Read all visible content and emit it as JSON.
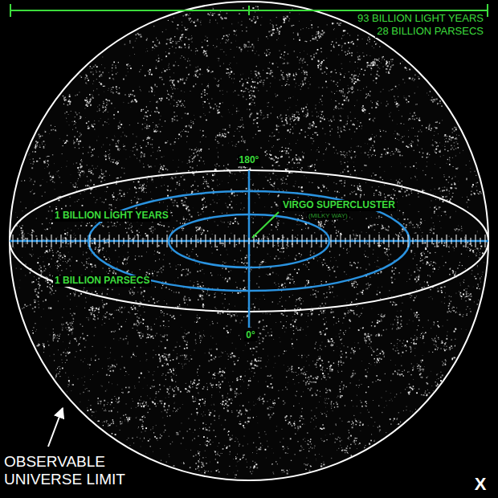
{
  "diagram": {
    "labels": [
      "93 BILLION LIGHT YEARS",
      "28 BILLION PARSECS",
      "180°",
      "1 BILLION LIGHT YEARS",
      "VIRGO SUPERCLUSTER",
      "(MILKY WAY)",
      "1 BILLION PARSECS",
      "0°",
      "OBSERVABLE UNIVERSE LIMIT",
      "X"
    ]
  }
}
